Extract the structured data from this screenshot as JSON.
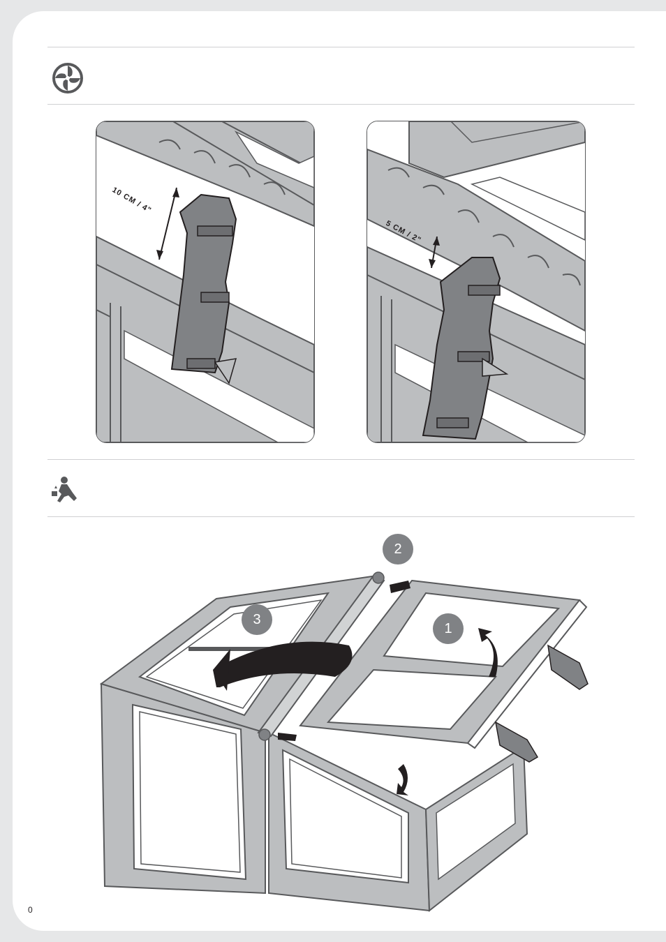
{
  "page": {
    "number": "0"
  },
  "header_icons": {
    "top": "fan-vent-icon",
    "middle": "person-kneeling-icon"
  },
  "panels": [
    {
      "measurement": "10 CM / 4\""
    },
    {
      "measurement": "5 CM / 2\""
    }
  ],
  "steps": [
    "1",
    "2",
    "3"
  ],
  "colors": {
    "badge": "#808285",
    "line": "#58595b",
    "fill": "#bcbec0"
  }
}
